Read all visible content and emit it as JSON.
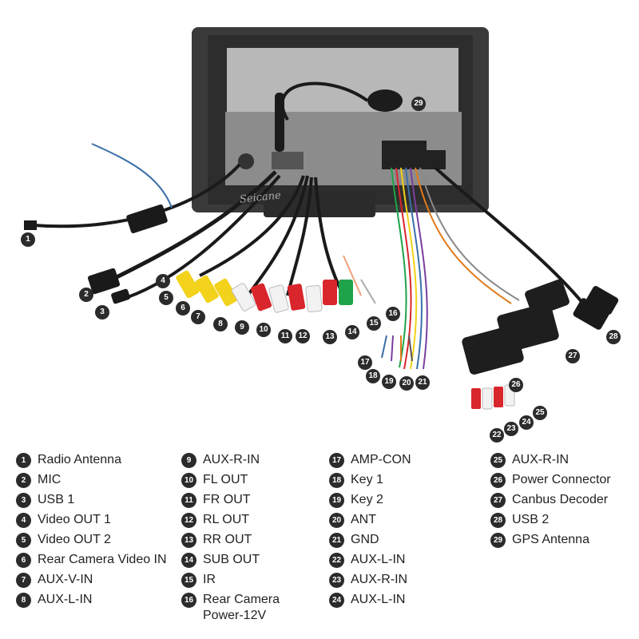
{
  "brand_watermark": "Seicane",
  "items": [
    {
      "n": "1",
      "label": "Radio Antenna"
    },
    {
      "n": "2",
      "label": "MIC"
    },
    {
      "n": "3",
      "label": "USB 1"
    },
    {
      "n": "4",
      "label": "Video OUT 1"
    },
    {
      "n": "5",
      "label": "Video OUT 2"
    },
    {
      "n": "6",
      "label": "Rear Camera Video IN"
    },
    {
      "n": "7",
      "label": "AUX-V-IN"
    },
    {
      "n": "8",
      "label": "AUX-L-IN"
    },
    {
      "n": "9",
      "label": "AUX-R-IN"
    },
    {
      "n": "10",
      "label": "FL OUT"
    },
    {
      "n": "11",
      "label": "FR OUT"
    },
    {
      "n": "12",
      "label": "RL OUT"
    },
    {
      "n": "13",
      "label": "RR OUT"
    },
    {
      "n": "14",
      "label": "SUB OUT"
    },
    {
      "n": "15",
      "label": "IR"
    },
    {
      "n": "16",
      "label": "Rear Camera\nPower-12V"
    },
    {
      "n": "17",
      "label": "AMP-CON"
    },
    {
      "n": "18",
      "label": "Key 1"
    },
    {
      "n": "19",
      "label": "Key 2"
    },
    {
      "n": "20",
      "label": "ANT"
    },
    {
      "n": "21",
      "label": "GND"
    },
    {
      "n": "22",
      "label": "AUX-L-IN"
    },
    {
      "n": "23",
      "label": "AUX-R-IN"
    },
    {
      "n": "24",
      "label": "AUX-L-IN"
    },
    {
      "n": "25",
      "label": "AUX-R-IN"
    },
    {
      "n": "26",
      "label": "Power Connector"
    },
    {
      "n": "27",
      "label": "Canbus Decoder"
    },
    {
      "n": "28",
      "label": "USB 2"
    },
    {
      "n": "29",
      "label": "GPS Antenna"
    }
  ],
  "colors": {
    "badge": "#2b2b2b",
    "unit_body": "#3a3a3a",
    "chassis": "#9a9a9a",
    "cable": "#1a1a1a",
    "rca_yellow": "#f2d21a",
    "rca_red": "#d9262c",
    "rca_white": "#f2f2f2",
    "rca_green": "#1fa34a"
  }
}
